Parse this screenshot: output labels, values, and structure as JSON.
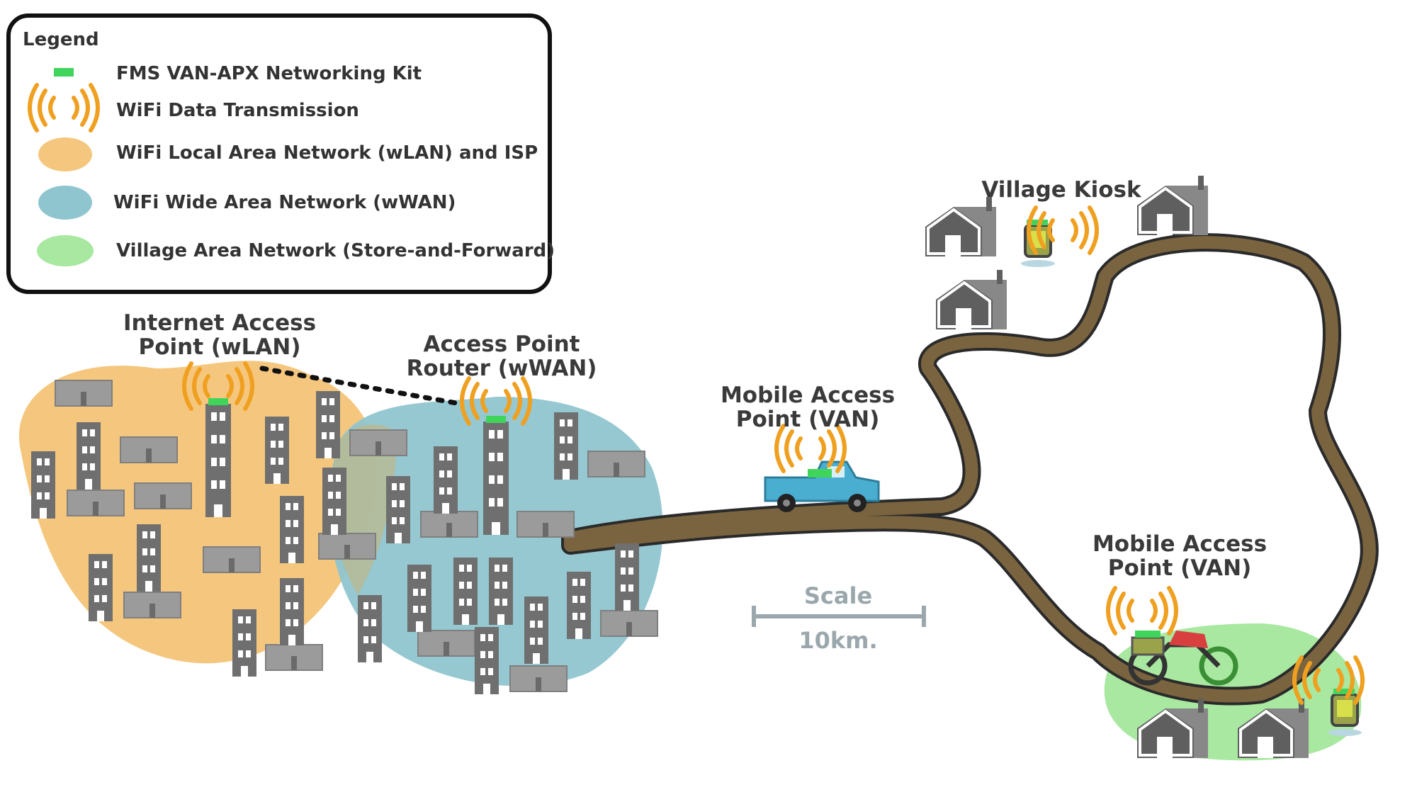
{
  "legend": {
    "title": "Legend",
    "items": [
      {
        "label": "FMS VAN-APX Networking Kit",
        "icon": "green-kit-icon",
        "color": "#3fd45a"
      },
      {
        "label": "WiFi Data Transmission",
        "icon": "wifi-waves-icon",
        "color": "#f0a020"
      },
      {
        "label": "WiFi Local Area Network (wLAN) and ISP",
        "icon": "orange-blob-icon",
        "color": "#f5c77e"
      },
      {
        "label": "WiFi Wide Area Network (wWAN)",
        "icon": "blue-blob-icon",
        "color": "#8fc5cf"
      },
      {
        "label": "Village Area Network (Store-and-Forward)",
        "icon": "green-blob-icon",
        "color": "#a8e8a0"
      }
    ]
  },
  "labels": {
    "internet_ap_line1": "Internet Access",
    "internet_ap_line2": "Point (wLAN)",
    "router_line1": "Access Point",
    "router_line2": "Router (wWAN)",
    "mobile_ap1_line1": "Mobile Access",
    "mobile_ap1_line2": "Point (VAN)",
    "village_kiosk": "Village Kiosk",
    "mobile_ap2_line1": "Mobile Access",
    "mobile_ap2_line2": "Point (VAN)"
  },
  "scale": {
    "title": "Scale",
    "value": "10km."
  },
  "colors": {
    "wlan": "#f5c77e",
    "wwan": "#8fc5cf",
    "van": "#a8e8a0",
    "road": "#7a6440",
    "building": "#6f6f6f",
    "low_building": "#9b9b9b",
    "wifi": "#f0a020",
    "kit": "#3fd45a",
    "truck": "#4aaed0",
    "motorbike": "#d84040"
  }
}
